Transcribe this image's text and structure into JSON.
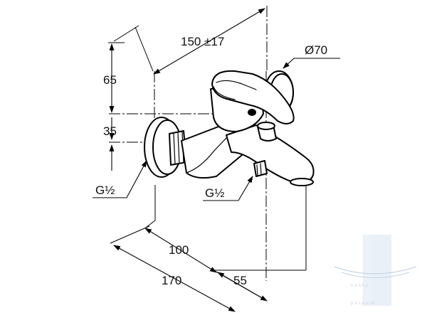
{
  "dimensions": {
    "width_range": "150 ±17",
    "diameter": "Ø70",
    "height_top": "65",
    "height_mid": "35",
    "thread_inlet": "G½",
    "thread_outlet": "G½",
    "length_100": "100",
    "length_170": "170",
    "length_55": "55"
  },
  "watermark": {
    "line1": "vanny",
    "line2": "pesaule",
    "color": "#b8cde0"
  }
}
